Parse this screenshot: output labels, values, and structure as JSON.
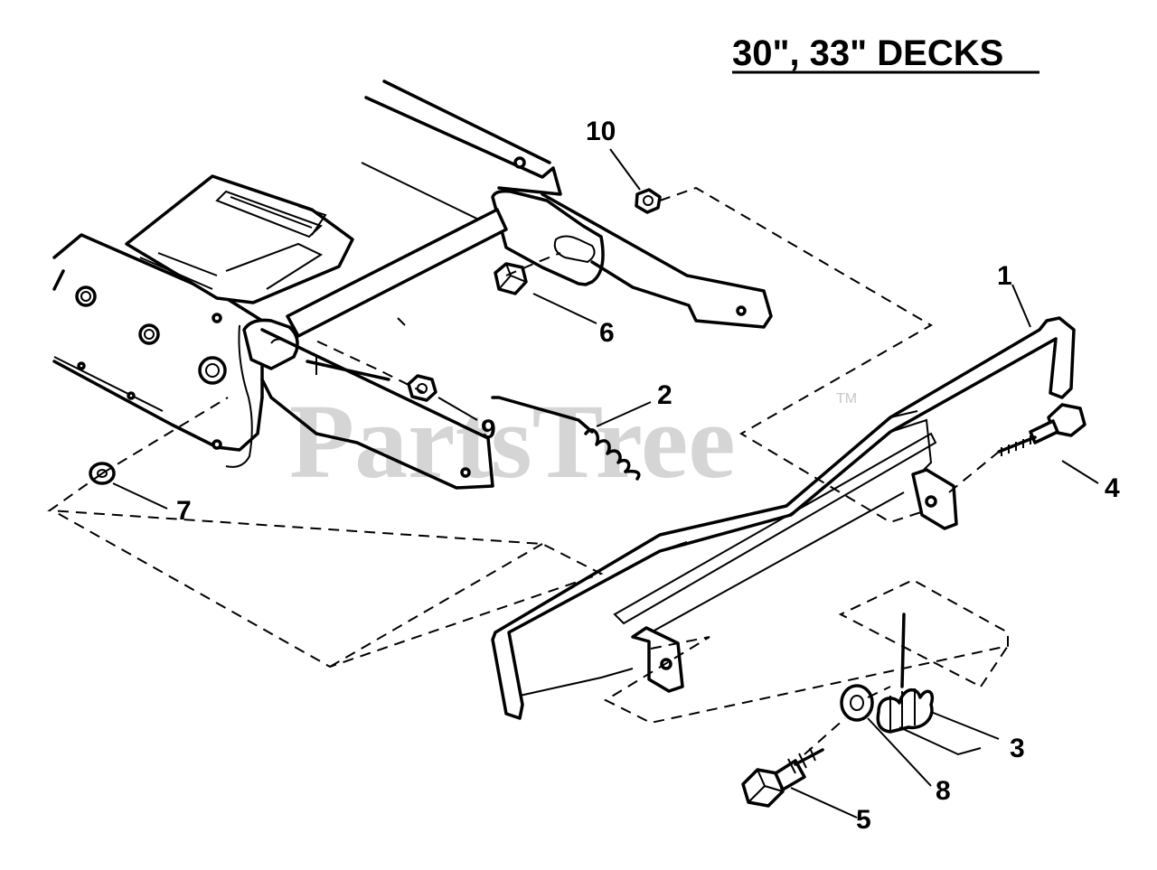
{
  "title": "30\", 33\" DECKS",
  "watermark": "PartsTree",
  "watermark_tm": "TM",
  "callouts": [
    {
      "id": "c1",
      "label": "1"
    },
    {
      "id": "c2",
      "label": "2"
    },
    {
      "id": "c3",
      "label": "3"
    },
    {
      "id": "c4",
      "label": "4"
    },
    {
      "id": "c5",
      "label": "5"
    },
    {
      "id": "c6",
      "label": "6"
    },
    {
      "id": "c7",
      "label": "7"
    },
    {
      "id": "c8",
      "label": "8"
    },
    {
      "id": "c9",
      "label": "9"
    },
    {
      "id": "c10",
      "label": "10"
    }
  ],
  "colors": {
    "line": "#000000",
    "background": "#ffffff",
    "watermark": "#c8c8c8"
  }
}
